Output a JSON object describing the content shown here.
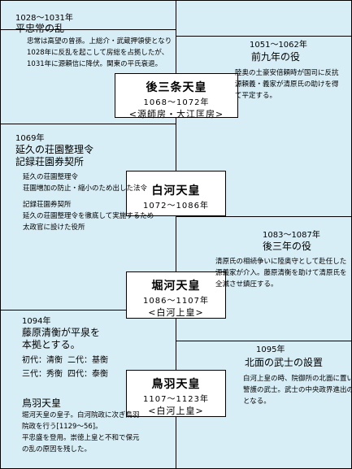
{
  "boxes": [
    {
      "name": "後三条天皇",
      "years": "1068〜1072年",
      "note": "<源師房・大江匡房>"
    },
    {
      "name": "白河天皇",
      "years": "1072〜1086年",
      "note": ""
    },
    {
      "name": "堀河天皇",
      "years": "1086〜1107年",
      "note": "<白河上皇>"
    },
    {
      "name": "鳥羽天皇",
      "years": "1107〜1123年",
      "note": "<白河上皇>"
    }
  ],
  "left": {
    "e1": {
      "date": "1028〜1031年",
      "title": "平忠常の乱",
      "lines": [
        "忠常は高望の曾孫。上総介・武蔵押領使となり",
        "1028年に反乱を起こして房総を占拠したが、",
        "1031年に源頼信に降伏。関東の平氏衰退。"
      ]
    },
    "e2": {
      "date": "1069年",
      "title1": "延久の荘園整理令",
      "title2": "記録荘園券契所",
      "lines": [
        "延久の荘園整理令",
        "荘園増加の防止・縮小のため出した法令",
        "記録荘園券契所",
        "延久の荘園整理令を徹底して実施するため",
        "太政官に設けた役所"
      ]
    },
    "e3": {
      "date": "1094年",
      "title1": "藤原清衡が平泉を",
      "title2": "本拠とする。",
      "gen": [
        [
          "初代：清衡",
          "二代：基衡"
        ],
        [
          "三代：秀衡",
          "四代：泰衡"
        ]
      ]
    },
    "e4": {
      "title": "鳥羽天皇",
      "lines": [
        "堀河天皇の皇子。白河院政に次ぎ鳥羽",
        "院政を行う[1129〜56]。",
        "平忠盛を登用。崇徳上皇と不和で保元",
        "の乱の原因を残した。"
      ]
    }
  },
  "right": {
    "e1": {
      "date": "1051〜1062年",
      "title": "前九年の役",
      "lines": [
        "陸奥の土豪安倍頼時が国司に反抗",
        "源頼義・義家が清原氏の助けを得",
        "て平定する。"
      ]
    },
    "e2": {
      "date": "1083〜1087年",
      "title": "後三年の役",
      "lines": [
        "清原氏の相続争いに陸奥守として赴任した",
        "源義家が介入。藤原清衡を助けて清原氏を",
        "全滅させ鎮圧する。"
      ]
    },
    "e3": {
      "date": "1095年",
      "title": "北面の武士の設置",
      "lines": [
        "白河上皇の時、院御所の北面に置いた院",
        "警護の武士。武士の中央政界進出の足場",
        "となる。"
      ]
    }
  }
}
